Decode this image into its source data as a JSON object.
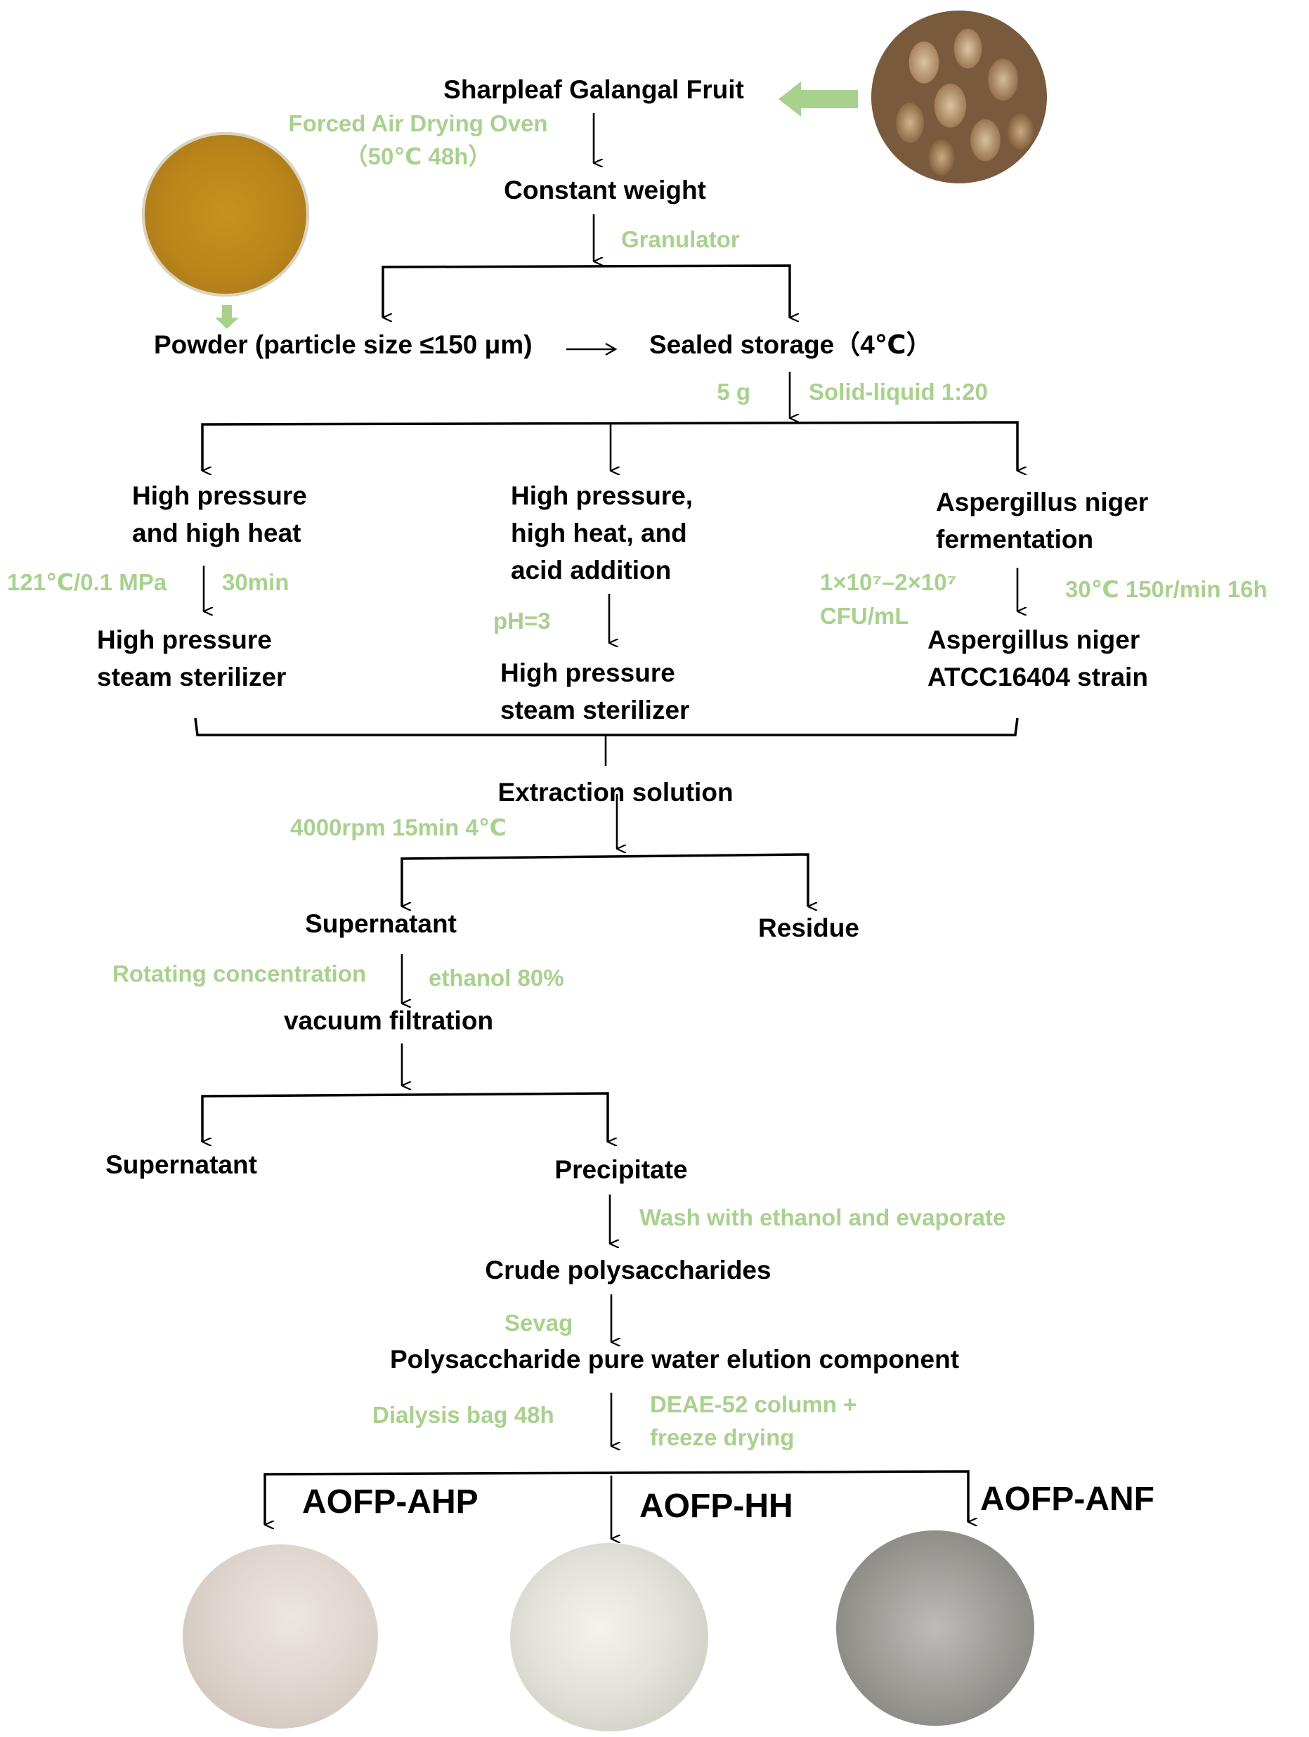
{
  "figure": {
    "colors": {
      "node_text": "#000000",
      "condition_text": "#a9d18e",
      "connector": "#000000",
      "image_pointer": "#a9d18e"
    },
    "images": {
      "fruit": "sharpleaf-galangal-fruit-photo",
      "powder": "fruit-powder-photo",
      "ahp": "aofp-ahp-sample-photo",
      "hh": "aofp-hh-sample-photo",
      "anf": "aofp-anf-sample-photo"
    }
  },
  "nodes": {
    "fruit": "Sharpleaf Galangal Fruit",
    "constant_weight": "Constant weight",
    "powder": "Powder (particle size ≤150 μm)",
    "sealed_storage": "Sealed storage（4℃）",
    "hph_line1": "High pressure",
    "hph_line2": "and high heat",
    "hpa_line1": "High pressure,",
    "hpa_line2": "high heat, and",
    "hpa_line3": "acid addition",
    "anf_line1": "Aspergillus niger",
    "anf_line2": "fermentation",
    "sterilizer1_line1": "High pressure",
    "sterilizer1_line2": "steam sterilizer",
    "sterilizer2_line1": "High pressure",
    "sterilizer2_line2": "steam sterilizer",
    "strain_line1": "Aspergillus niger",
    "strain_line2": "ATCC16404 strain",
    "extraction_solution": "Extraction solution",
    "supernatant1": "Supernatant",
    "residue": "Residue",
    "vacuum_filtration": "vacuum filtration",
    "supernatant2": "Supernatant",
    "precipitate": "Precipitate",
    "crude_polysaccharides": "Crude polysaccharides",
    "elution_component": "Polysaccharide pure water elution component",
    "product_ahp": "AOFP-AHP",
    "product_hh": "AOFP-HH",
    "product_anf": "AOFP-ANF"
  },
  "conditions": {
    "drying_line1": "Forced Air Drying Oven",
    "drying_line2": "（50℃ 48h）",
    "granulator": "Granulator",
    "mass": "5 g",
    "ratio": "Solid-liquid  1:20",
    "hph_temp": "121℃/0.1 MPa",
    "hph_time": "30min",
    "ph": "pH=3",
    "cfu_line1": "1×10⁷–2×10⁷",
    "cfu_line2": "CFU/mL",
    "ferment": "30℃ 150r/min 16h",
    "centrifuge": "4000rpm  15min  4℃",
    "rotating": "Rotating concentration",
    "ethanol": "ethanol 80%",
    "wash": "Wash with ethanol and evaporate",
    "sevag": "Sevag",
    "dialysis": "Dialysis bag  48h",
    "deae_line1": "DEAE-52 column +",
    "deae_line2": "freeze drying"
  }
}
